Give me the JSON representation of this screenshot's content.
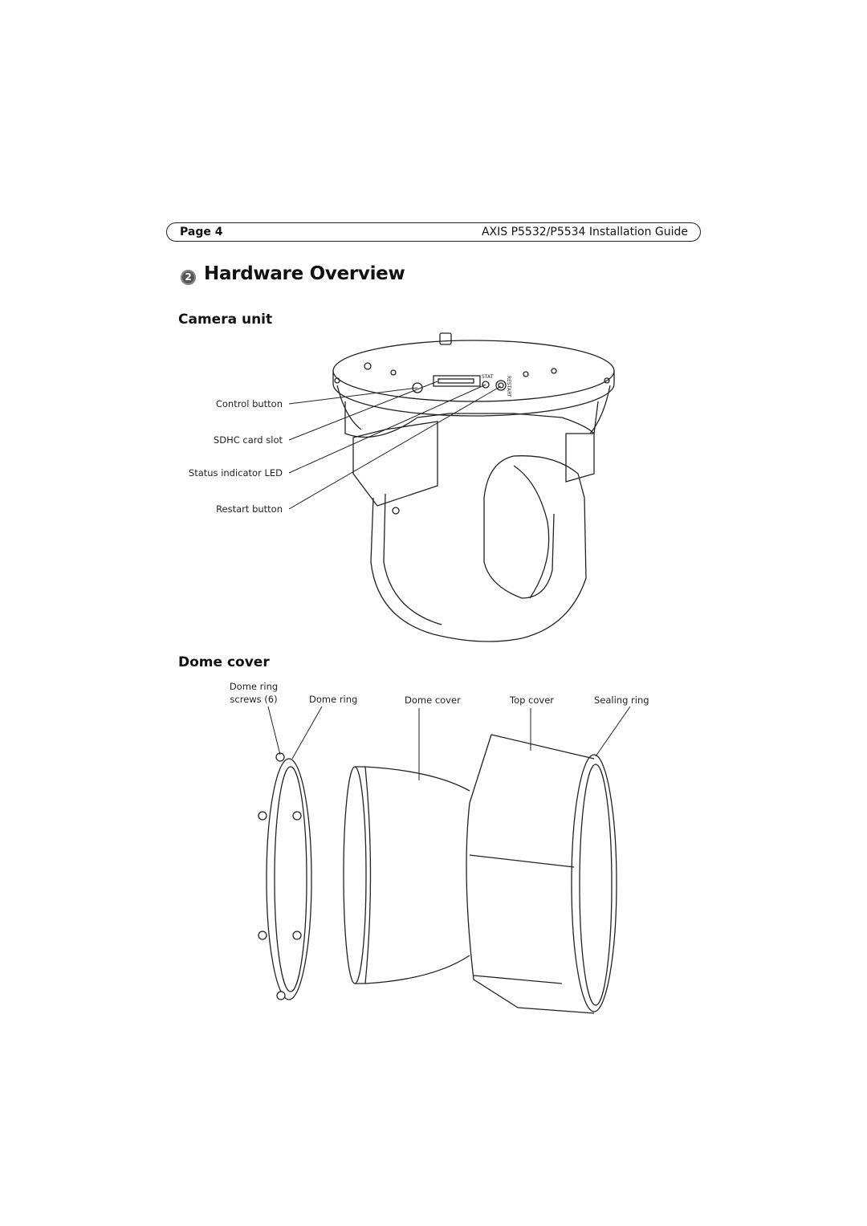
{
  "header": {
    "page_label": "Page 4",
    "guide_title": "AXIS P5532/P5534 Installation Guide"
  },
  "section": {
    "number": "2",
    "title": "Hardware Overview"
  },
  "camera_unit": {
    "title": "Camera unit",
    "callouts": [
      "Control button",
      "SDHC card slot",
      "Status indicator LED",
      "Restart button"
    ],
    "device_markings": [
      "STAT",
      "RESTART"
    ]
  },
  "dome_cover": {
    "title": "Dome cover",
    "callouts": {
      "screws_line1": "Dome ring",
      "screws_line2": "screws (6)",
      "dome_ring": "Dome ring",
      "dome_cover": "Dome cover",
      "top_cover": "Top cover",
      "sealing_ring": "Sealing ring"
    }
  }
}
